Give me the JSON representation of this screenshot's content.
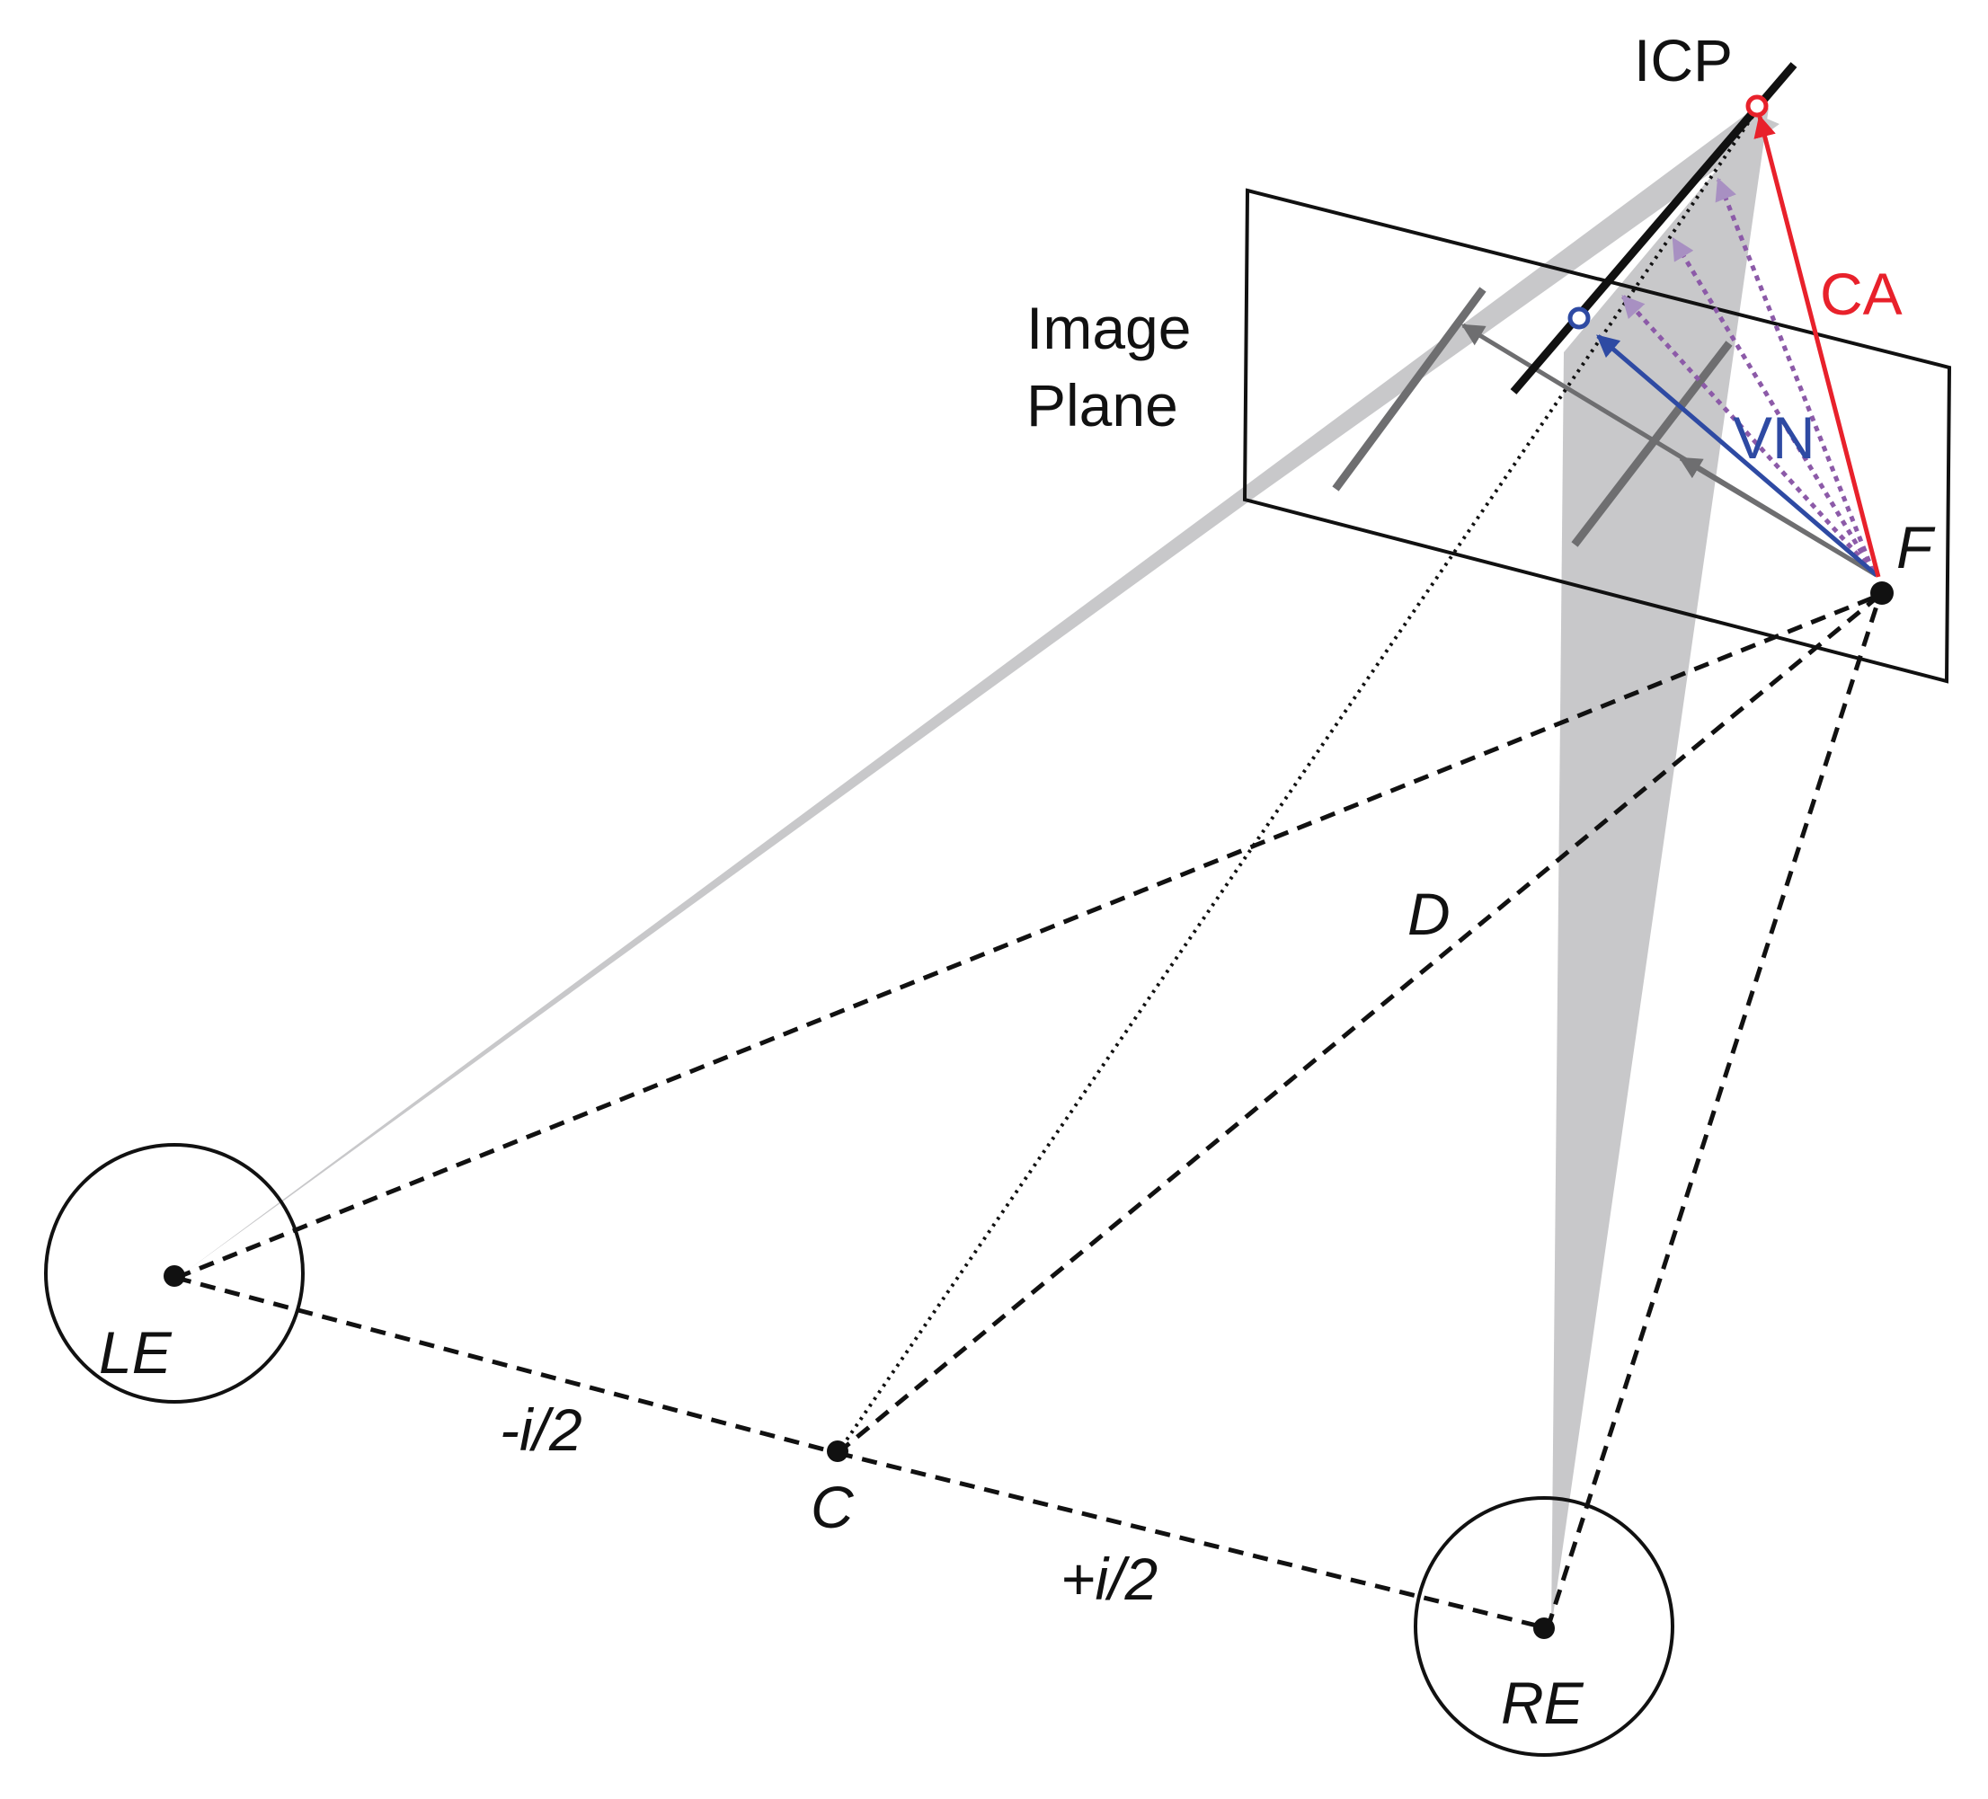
{
  "labels": {
    "icp": "ICP",
    "image_plane_line1": "Image",
    "image_plane_line2": "Plane",
    "ca": "CA",
    "vn": "VN",
    "f": "F",
    "d": "D",
    "le": "LE",
    "re": "RE",
    "c": "C",
    "minus_half_i": "-i/2",
    "plus_half_i": "+i/2"
  },
  "colors": {
    "ca": "#e8212b",
    "vn": "#2e4aa3",
    "purple": "#8c5aa8",
    "purple_light": "#a890c2",
    "gray_fill": "#c8c8ca",
    "gray_line": "#6e6e70",
    "black": "#111111"
  }
}
